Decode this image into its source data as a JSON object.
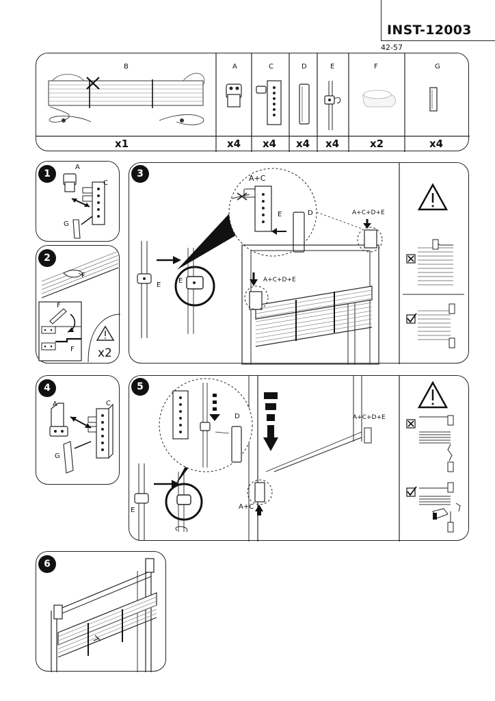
{
  "document": {
    "code": "INST-12003",
    "range": "42-57"
  },
  "parts": [
    {
      "letter": "B",
      "qty": "x1"
    },
    {
      "letter": "A",
      "qty": "x4"
    },
    {
      "letter": "C",
      "qty": "x4"
    },
    {
      "letter": "D",
      "qty": "x4"
    },
    {
      "letter": "E",
      "qty": "x4"
    },
    {
      "letter": "F",
      "qty": "x2"
    },
    {
      "letter": "G",
      "qty": "x4"
    }
  ],
  "steps": {
    "s1": {
      "number": "1",
      "labels": {
        "a": "A",
        "c": "C",
        "g": "G"
      }
    },
    "s2": {
      "number": "2",
      "labels": {
        "f1": "F",
        "f2": "F",
        "f3": "F"
      },
      "multiplier": "x2"
    },
    "s3": {
      "number": "3",
      "labels": {
        "ac": "A+C",
        "e1": "E",
        "d": "D",
        "acde1": "A+C+D+E",
        "acde2": "A+C+D+E",
        "e2": "E",
        "e3": "E"
      }
    },
    "s4": {
      "number": "4",
      "labels": {
        "a": "A",
        "c": "C",
        "g": "G"
      }
    },
    "s5": {
      "number": "5",
      "labels": {
        "d": "D",
        "acde": "A+C+D+E",
        "ac": "A+C",
        "e": "E"
      }
    },
    "s6": {
      "number": "6"
    }
  },
  "icons": {
    "warning": "warning-triangle-icon",
    "wrong": "cross-box-icon",
    "right": "check-box-icon"
  }
}
